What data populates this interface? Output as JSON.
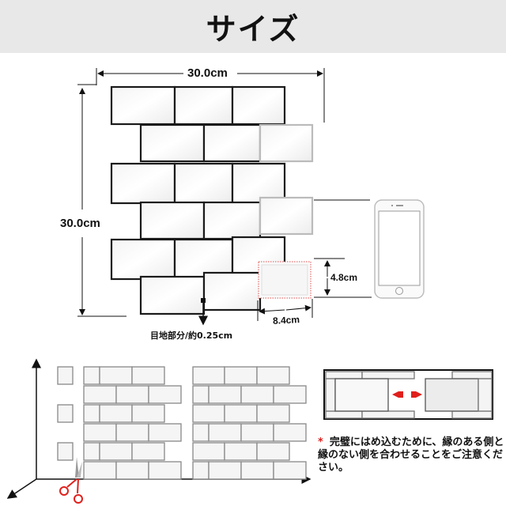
{
  "header": {
    "title": "サイズ"
  },
  "dimensions": {
    "width_label": "30.0cm",
    "height_label": "30.0cm",
    "tile_height_label": "4.8cm",
    "tile_width_label": "8.4cm",
    "grout_label": "目地部分/約0.25cm"
  },
  "panel": {
    "rows": 6,
    "tiles_per_row": 3,
    "grout_color": "#1a1a1a",
    "tile_color": "#ffffff",
    "highlight_color": "#e05050"
  },
  "phone": {
    "icon": "smartphone-icon"
  },
  "installation": {
    "scissors_icon": "scissors-icon",
    "arrow_color": "#e0201c"
  },
  "note": {
    "marker": "*",
    "text": "完璧にはめ込むために、縁のある側と縁のない側を合わせることをご注意ください。"
  }
}
